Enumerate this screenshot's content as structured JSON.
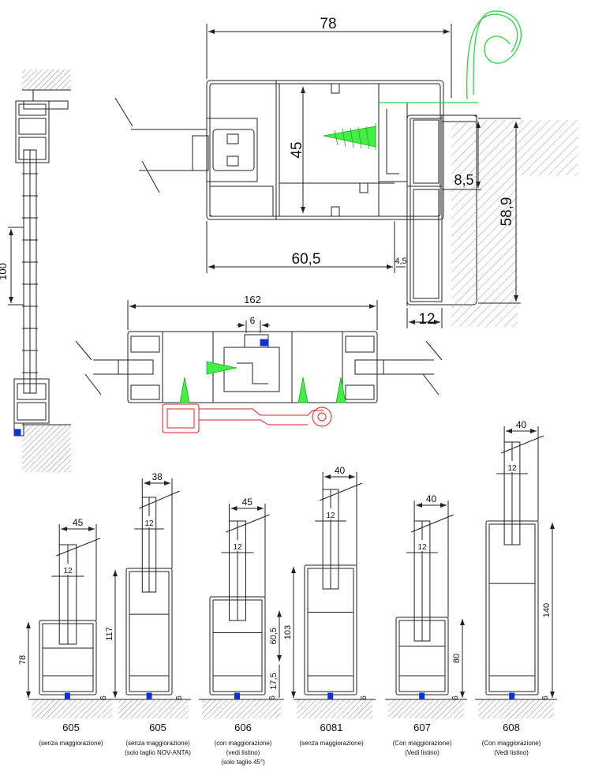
{
  "top_section": {
    "dim_width": "78",
    "dim_height_inner": "45",
    "dim_width_inner": "60,5",
    "dim_gap": "4,5",
    "dim_thickness": "8,5",
    "dim_height_outer": "58,9",
    "dim_base": "12",
    "dim_vertical_left": "100"
  },
  "middle_section": {
    "dim_total": "162",
    "dim_small": "6"
  },
  "profiles": [
    {
      "code": "605",
      "note1": "(senza maggiorazione)",
      "note2": "",
      "note3": "",
      "width": "45",
      "glass": "12",
      "height": "78",
      "height2": "",
      "base": "6"
    },
    {
      "code": "605",
      "note1": "(senza maggiorazione)",
      "note2": "(solo taglio NOV-ANTA)",
      "note3": "",
      "width": "38",
      "glass": "12",
      "height": "117",
      "height2": "",
      "base": "6"
    },
    {
      "code": "606",
      "note1": "(con maggiorazione)",
      "note2": "(vedi listino)",
      "note3": "(solo taglio 45°)",
      "width": "45",
      "glass": "12",
      "height": "60,5",
      "height2": "17,5",
      "base": "6"
    },
    {
      "code": "6081",
      "note1": "(senza maggiorazione)",
      "note2": "",
      "note3": "",
      "width": "40",
      "glass": "12",
      "height": "103",
      "height2": "",
      "base": "6"
    },
    {
      "code": "607",
      "note1": "(Con maggiorazione)",
      "note2": "(Vedi listino)",
      "note3": "",
      "width": "40",
      "glass": "12",
      "height": "80",
      "height2": "",
      "base": "6"
    },
    {
      "code": "608",
      "note1": "(Con maggiorazione)",
      "note2": "(Vedi listino)",
      "note3": "",
      "width": "40",
      "glass": "12",
      "height": "140",
      "height2": "",
      "base": "6"
    }
  ],
  "colors": {
    "line": "#222222",
    "screw": "#33dd33",
    "hardware": "#dd2222",
    "gasket": "#1133cc",
    "hatch": "#999999"
  }
}
